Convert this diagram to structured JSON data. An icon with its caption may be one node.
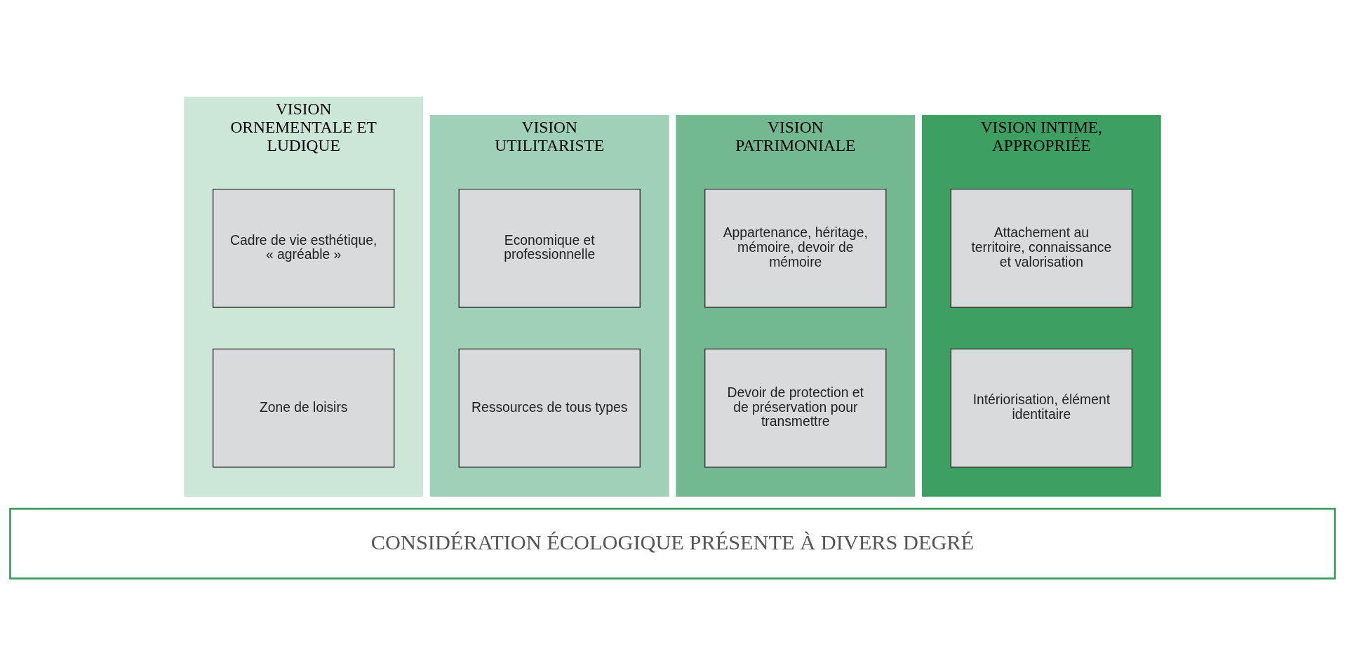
{
  "diagram": {
    "nodes": [
      {
        "text": [
          "VISION ORNEMENTALE ET LUDIQUE"
        ]
      },
      {
        "text": [
          "Cadre de vie esthétique, « agréable »"
        ],
        "in": 0
      },
      {
        "text": [
          "Zone de loisirs"
        ],
        "in": 0
      },
      {
        "text": [
          "VISION UTILITARISTE"
        ]
      },
      {
        "text": [
          "Economique et professionnelle"
        ],
        "in": 3
      },
      {
        "text": [
          "Ressources de tous types"
        ],
        "in": 3
      },
      {
        "text": [
          "VISION PATRIMONIALE"
        ]
      },
      {
        "text": [
          "Appartenance, héritage, mémoire, devoir de mémoire"
        ],
        "in": 6
      },
      {
        "text": [
          "Devoir de protection et de préservation pour transmettre"
        ],
        "in": 6
      },
      {
        "text": [
          "VISION INTIME, APPROPRIÉE"
        ]
      },
      {
        "text": [
          "Attachement au territoire, connaissance et valorisation"
        ],
        "in": 9
      },
      {
        "text": [
          "Intériorisation, élément identitaire"
        ],
        "in": 9
      },
      {
        "text": [
          "CONSIDÉRATION ÉCOLOGIQUE PRÉSENTE À DIVERS DEGRÉ"
        ]
      }
    ]
  }
}
